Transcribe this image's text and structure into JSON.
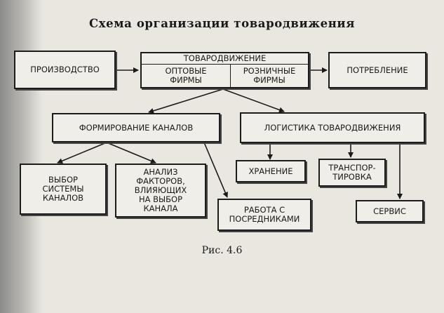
{
  "title": "Схема организации товародвижения",
  "nodes": {
    "production": "ПРОИЗВОДСТВО",
    "distribution": {
      "header": "ТОВАРОДВИЖЕНИЕ",
      "wholesale": "ОПТОВЫЕ\nФИРМЫ",
      "retail": "РОЗНИЧНЫЕ\nФИРМЫ"
    },
    "consumption": "ПОТРЕБЛЕНИЕ",
    "channel_formation": "ФОРМИРОВАНИЕ КАНАЛОВ",
    "logistics": "ЛОГИСТИКА ТОВАРОДВИЖЕНИЯ",
    "channel_system_choice": "ВЫБОР\nСИСТЕМЫ\nКАНАЛОВ",
    "factor_analysis": "АНАЛИЗ\nФАКТОРОВ,\nВЛИЯЮЩИХ\nНА ВЫБОР\nКАНАЛА",
    "intermediaries": "РАБОТА С\nПОСРЕДНИКАМИ",
    "storage": "ХРАНЕНИЕ",
    "transport": "ТРАНСПОР-\nТИРОВКА",
    "service": "СЕРВИС"
  },
  "caption": "Рис. 4.6"
}
